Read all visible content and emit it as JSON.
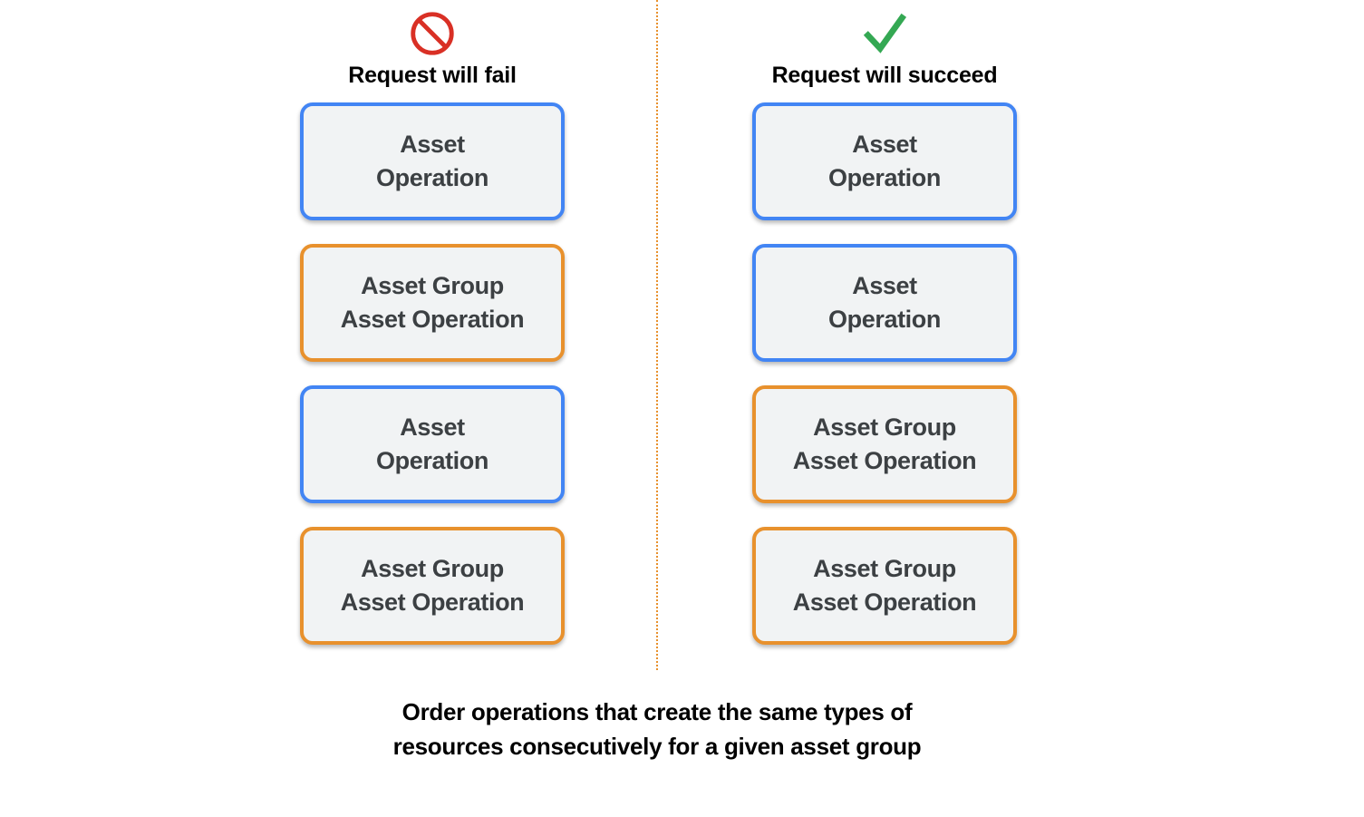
{
  "theme": {
    "background": "#ffffff",
    "blue_border": "#4285f4",
    "orange_border": "#e8912d",
    "card_fill": "#f1f3f4",
    "card_text": "#3c4043",
    "header_text": "#000000",
    "fail_icon_color": "#d93025",
    "success_icon_color": "#34a853",
    "divider_color": "#e8912d"
  },
  "columns": [
    {
      "id": "fail",
      "icon": "prohibited-icon",
      "title": "Request will fail",
      "cards": [
        {
          "label": "Asset\nOperation",
          "type": "blue"
        },
        {
          "label": "Asset Group\nAsset Operation",
          "type": "orange"
        },
        {
          "label": "Asset\nOperation",
          "type": "blue"
        },
        {
          "label": "Asset Group\nAsset Operation",
          "type": "orange"
        }
      ]
    },
    {
      "id": "succeed",
      "icon": "check-icon",
      "title": "Request will succeed",
      "cards": [
        {
          "label": "Asset\nOperation",
          "type": "blue"
        },
        {
          "label": "Asset\nOperation",
          "type": "blue"
        },
        {
          "label": "Asset Group\nAsset Operation",
          "type": "orange"
        },
        {
          "label": "Asset Group\nAsset Operation",
          "type": "orange"
        }
      ]
    }
  ],
  "caption": "Order operations that create the same types of\nresources consecutively for a given asset group"
}
